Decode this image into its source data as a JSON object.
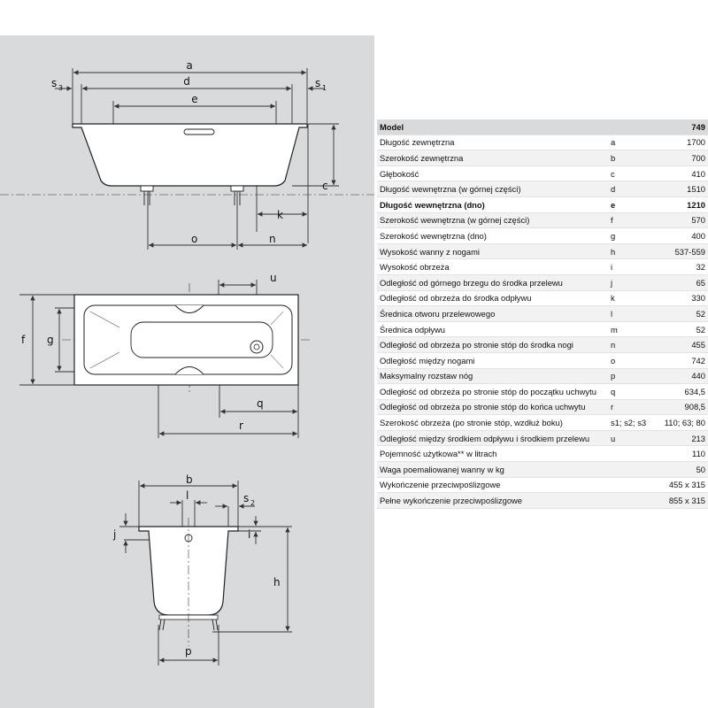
{
  "drawing": {
    "labels": {
      "a": "a",
      "d": "d",
      "e": "e",
      "s3": "s",
      "s3_sub": "3",
      "s1": "s",
      "s1_sub": "1",
      "c": "c",
      "k": "k",
      "o": "o",
      "n": "n",
      "f": "f",
      "g": "g",
      "u": "u",
      "q": "q",
      "r": "r",
      "b": "b",
      "l": "l",
      "s2": "s",
      "s2_sub": "2",
      "j": "j",
      "i": "i",
      "h": "h",
      "p": "p"
    },
    "colors": {
      "panel": "#d9dadb",
      "tub_fill": "#ffffff",
      "line": "#222222",
      "dim": "#333333"
    }
  },
  "table": {
    "header": {
      "label": "Model",
      "value": "749"
    },
    "rows": [
      {
        "param": "Długość zewnętrzna",
        "symbol": "a",
        "value": "1700"
      },
      {
        "param": "Szerokość zewnętrzna",
        "symbol": "b",
        "value": "700"
      },
      {
        "param": "Głębokość",
        "symbol": "c",
        "value": "410"
      },
      {
        "param": "Długość wewnętrzna (w górnej części)",
        "symbol": "d",
        "value": "1510"
      },
      {
        "param": "Długość wewnętrzna (dno)",
        "symbol": "e",
        "value": "1210"
      },
      {
        "param": "Szerokość wewnętrzna (w górnej części)",
        "symbol": "f",
        "value": "570"
      },
      {
        "param": "Szerokość wewnętrzna (dno)",
        "symbol": "g",
        "value": "400"
      },
      {
        "param": "Wysokość wanny z nogami",
        "symbol": "h",
        "value": "537-559"
      },
      {
        "param": "Wysokość obrzeża",
        "symbol": "i",
        "value": "32"
      },
      {
        "param": "Odległość od górnego brzegu do środka przelewu",
        "symbol": "j",
        "value": "65"
      },
      {
        "param": "Odległość od obrzeża do środka odpływu",
        "symbol": "k",
        "value": "330"
      },
      {
        "param": "Średnica otworu przelewowego",
        "symbol": "l",
        "value": "52"
      },
      {
        "param": "Średnica odpływu",
        "symbol": "m",
        "value": "52"
      },
      {
        "param": "Odległość od obrzeża po stronie stóp do środka nogi",
        "symbol": "n",
        "value": "455"
      },
      {
        "param": "Odległość między nogami",
        "symbol": "o",
        "value": "742"
      },
      {
        "param": "Maksymalny rozstaw nóg",
        "symbol": "p",
        "value": "440"
      },
      {
        "param": "Odległość od obrzeża po stronie stóp do początku uchwytu",
        "symbol": "q",
        "value": "634,5"
      },
      {
        "param": "Odległość od obrzeża po stronie stóp do końca uchwytu",
        "symbol": "r",
        "value": "908,5"
      },
      {
        "param": "Szerokość obrzeża (po stronie stóp, wzdłuż boku)",
        "symbol": "s1; s2; s3",
        "value": "110; 63; 80"
      },
      {
        "param": "Odległość między środkiem odpływu i środkiem przelewu",
        "symbol": "u",
        "value": "213"
      },
      {
        "param": "Pojemność użytkowa** w litrach",
        "symbol": "",
        "value": "110"
      },
      {
        "param": "Waga poemaliowanej wanny w kg",
        "symbol": "",
        "value": "50"
      }
    ],
    "bold_row_index": 4,
    "footer_rows": [
      {
        "param": "Wykończenie przeciwpoślizgowe",
        "value": "455 x 315"
      },
      {
        "param": "Pełne wykończenie przeciwpoślizgowe",
        "value": "855 x 315"
      }
    ]
  }
}
